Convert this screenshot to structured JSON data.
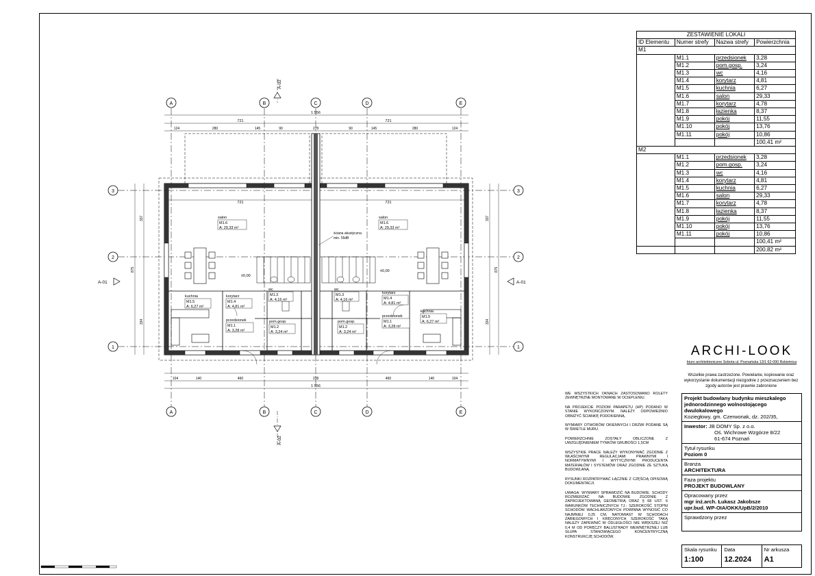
{
  "table": {
    "title": "ZESTAWIENIE LOKALI",
    "columns": [
      "ID Elementu",
      "Numer strefy",
      "Nazwa strefy",
      "Powierzchnia"
    ],
    "groups": [
      {
        "id": "M1",
        "rows": [
          [
            "M1.1",
            "przedsionek",
            "3,28"
          ],
          [
            "M1.2",
            "pom.gosp.",
            "3,24"
          ],
          [
            "M1.3",
            "wc",
            "4,16"
          ],
          [
            "M1.4",
            "korytarz",
            "4,81"
          ],
          [
            "M1.5",
            "kuchnia",
            "6,27"
          ],
          [
            "M1.6",
            "salon",
            "29,33"
          ],
          [
            "M1.7",
            "korytarz",
            "4,78"
          ],
          [
            "M1.8",
            "łazienka",
            "8,37"
          ],
          [
            "M1.9",
            "pokój",
            "11,55"
          ],
          [
            "M1.10",
            "pokój",
            "13,76"
          ],
          [
            "M1.11",
            "pokój",
            "10,86"
          ]
        ],
        "total": "100,41 m²"
      },
      {
        "id": "M2",
        "rows": [
          [
            "M1.1",
            "przedsionek",
            "3,28"
          ],
          [
            "M1.2",
            "pom.gosp.",
            "3,24"
          ],
          [
            "M1.3",
            "wc",
            "4,16"
          ],
          [
            "M1.4",
            "korytarz",
            "4,81"
          ],
          [
            "M1.5",
            "kuchnia",
            "6,27"
          ],
          [
            "M1.6",
            "salon",
            "29,33"
          ],
          [
            "M1.7",
            "korytarz",
            "4,78"
          ],
          [
            "M1.8",
            "łazienka",
            "8,37"
          ],
          [
            "M1.9",
            "pokój",
            "11,55"
          ],
          [
            "M1.10",
            "pokój",
            "13,76"
          ],
          [
            "M1.11",
            "pokój",
            "10,86"
          ]
        ],
        "total": "100,41 m²"
      }
    ],
    "grand_total": "200,82 m²"
  },
  "brand": {
    "name": "ARCHI-LOOK",
    "subtitle": "biuro architektoniczne Sobota ul. Poznańska 13/1 62-090 Rokietnica",
    "rights": "Wszelkie prawa zastrzeżone. Powielanie, kopiowanie oraz wykorzystanie dokumentacji niezgodnie z przeznaczeniem bez zgody autorów jest prawnie zabronione"
  },
  "title_block": {
    "project_l1": "Projekt budowlany budynku mieszkalego",
    "project_l2": "jednorodzinnego wolnostojącego",
    "project_l3": "dwulokalowego",
    "location": "Koziegłowy, gm. Czerwonak, dz. 202/35,",
    "investor_label": "Inwestor:",
    "investor_name": "JB DOMY Sp. z o.o.",
    "investor_addr1": "Oś. Wichrowe Wzgórze 8/22",
    "investor_addr2": "61-674 Poznań",
    "drawing_title_label": "Tytuł rysunku",
    "drawing_title": "Poziom 0",
    "branch_label": "Branża",
    "branch": "ARCHITEKTURA",
    "phase_label": "Faza projektu",
    "phase": "PROJEKT BUDOWLANY",
    "prepared_label": "Opracowany przez",
    "prepared_name": "mgr inż.arch. Łukasz Jakobsze",
    "prepared_license": "upr.bud. WP-OIA/OKK/UpB/2/2010",
    "checked_label": "Sprawdzony przez",
    "scale_label": "Skala rysunku",
    "scale": "1:100",
    "date_label": "Data",
    "date": "12.2024",
    "sheet_label": "Nr arkusza",
    "sheet": "A1"
  },
  "notes": [
    "WE WSZYSTKICH OKNACH ZASTOSOWANO ROLETY ZEWNĘTRZNE MONTOWANE W OCIEPLENIU.",
    "NA PROJEKCIE POZIOM PARAPETU (hp) PODANO W STANIE WYKOŃCZONYM. NALEŻY ODPOWIEDNIO OBNIŻYĆ ŚCIANKĘ PODOKIENNĄ.",
    "WYMIARY OTWORÓW OKIENNYCH I DRZWI PODANE SĄ W ŚWIETLE MURU.",
    "POWIERZCHNIE ZOSTAŁY OBLICZONE Z UWZGLĘDNIENIEM TYNKÓW GRUBOŚCI 1,5CM",
    "WSZYSTKIE PRACE NALEŻY WYKONYWAĆ ZGODNIE Z WŁAŚCIWYMI REGULACJAMI PRAWNYMI I NORMATYWNYMI I WYTYCZNYMI PRODUCENTA MATERIAŁÓW I SYSTEMÓW ORAZ ZGODNIE ZE SZTUKĄ BUDOWLANĄ.",
    "RYSUNKI ROZPATRYWAĆ ŁĄCZNIE Z CZĘŚCIĄ OPISOWĄ DOKUMENTACJI.",
    "UWAGA: WYMIARY SPRAWDZIĆ NA BUDOWIE. SCHODY ROZMIERZAĆ NA BUDOWIE ZGODNIE Z ZAPROJEKTOWANĄ GEOMETRIĄ ORAZ § 68 UST. 6 WARUNKÓW TECHNICZNYCH TJ.: SZEROKOŚĆ STOPNI SCHODÓW WACHLARZOWYCH POWINNA WYNOSIĆ CO NAJMNIEJ 0,25 CM, NATOMIAST W SCHODACH ZABIEGOWYCH I KRĘCONYCH SZEROKOŚĆ TAKĄ NALEŻY ZAPEWNIĆ W ODLEGŁOŚCI NIE WIĘKSZEJ NIŻ 0,4 M OD PORĘCZY BALUSTRADY WEWNĘTRZNEJ LUB SŁUPA STANOWIĄCEGO KONCENTRYCZNĄ KONSTRUKCJĘ SCHODÓW."
  ],
  "plan": {
    "axes_v": [
      "A",
      "B",
      "C",
      "D",
      "E"
    ],
    "axes_h": [
      "3",
      "2",
      "1"
    ],
    "section_v": "A-02",
    "section_h": "A-01",
    "dim_total": "1 556",
    "dim_top": [
      "721",
      "721"
    ],
    "dim_top2": [
      "124",
      "280",
      "145",
      "90",
      "278",
      "90",
      "145",
      "280",
      "124"
    ],
    "dim_inner": [
      "721",
      "721"
    ],
    "dim_bottom": [
      "104",
      "140",
      "460",
      "238",
      "460",
      "140",
      "104"
    ],
    "dim_left": [
      "337",
      "875",
      "334"
    ],
    "rooms": [
      {
        "label": "salon",
        "id": "M1.6",
        "area": "A: 29,33 m²"
      },
      {
        "label": "salon",
        "id": "M1.6",
        "area": "A: 29,33 m²"
      },
      {
        "label": "kuchnia",
        "id": "M1.5",
        "area": "A: 6,27 m²"
      },
      {
        "label": "korytarz",
        "id": "M1.4",
        "area": "A: 4,81 m²"
      },
      {
        "label": "wc",
        "id": "M1.3",
        "area": "A: 4,16 m²"
      },
      {
        "label": "przedsionek",
        "id": "M1.1",
        "area": "A: 3,28 m²"
      },
      {
        "label": "pom.gosp.",
        "id": "M1.2",
        "area": "A: 3,24 m²"
      },
      {
        "label": "wc",
        "id": "M1.3",
        "area": "A: 4,16 m²"
      },
      {
        "label": "pom.gosp.",
        "id": "M1.2",
        "area": "A: 3,24 m²"
      },
      {
        "label": "korytarz",
        "id": "M1.4",
        "area": "A: 4,81 m²"
      },
      {
        "label": "przedsionek",
        "id": "M1.1",
        "area": "A: 3,28 m²"
      },
      {
        "label": "kuchnia",
        "id": "M1.5",
        "area": "A: 6,27 m²"
      }
    ],
    "level_marks": [
      "±0,00",
      "±0,00"
    ],
    "acoustic_wall": "ściana akustyczna",
    "acoustic_min": "min. 55dB"
  }
}
